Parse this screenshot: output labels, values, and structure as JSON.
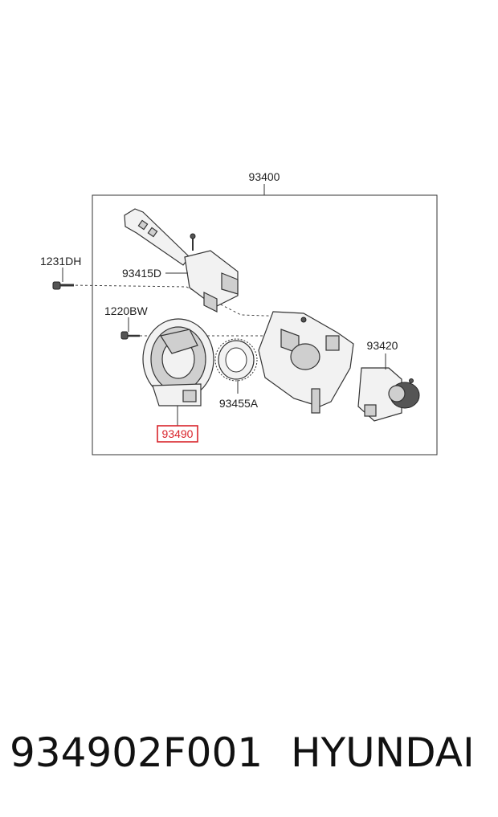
{
  "diagram": {
    "labels": {
      "assembly": "93400",
      "bolt_top": "1231DH",
      "multifunction_switch": "93415D",
      "screw": "1220BW",
      "clock_spring": "93490",
      "sensor_ring": "93455A",
      "right_switch": "93420"
    },
    "highlight_color": "#d9242b"
  },
  "footer": {
    "part_number": "934902F001",
    "brand": "HYUNDAI"
  }
}
